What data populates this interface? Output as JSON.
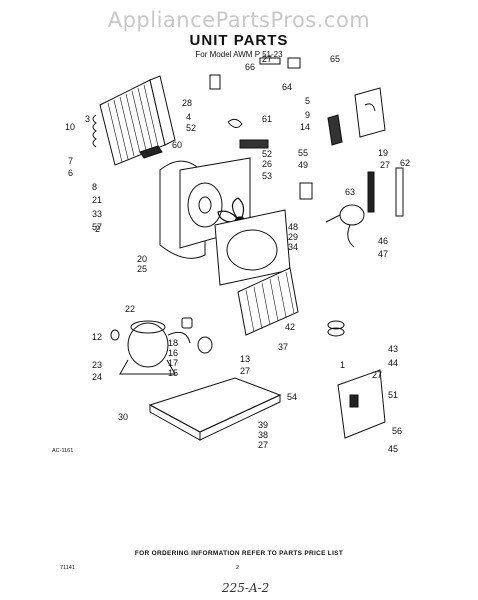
{
  "watermark": "AppliancePartsPros.com",
  "title": "UNIT PARTS",
  "subtitle": "For Model AWM P 51-23",
  "figure_code": "AC-1161",
  "footer_note": "FOR ORDERING INFORMATION REFER TO PARTS PRICE LIST",
  "page_code": "71141",
  "page_number": "2",
  "handwritten": "225-A-2",
  "callouts": [
    "1",
    "2",
    "3",
    "4",
    "5",
    "6",
    "7",
    "8",
    "9",
    "10",
    "12",
    "13",
    "14",
    "15",
    "16",
    "17",
    "18",
    "19",
    "20",
    "21",
    "22",
    "23",
    "24",
    "25",
    "26",
    "27",
    "28",
    "29",
    "30",
    "33",
    "34",
    "37",
    "38",
    "39",
    "42",
    "43",
    "44",
    "45",
    "46",
    "47",
    "48",
    "49",
    "51",
    "52",
    "53",
    "54",
    "55",
    "56",
    "57",
    "60",
    "61",
    "62",
    "63",
    "64",
    "65",
    "66"
  ]
}
